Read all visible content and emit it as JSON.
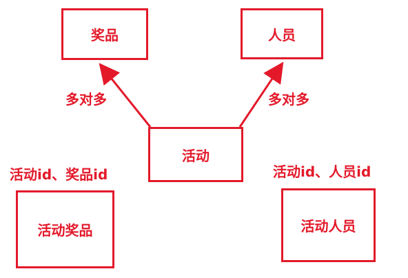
{
  "diagram": {
    "colors": {
      "stroke": "#e3192a",
      "text": "#e3192a",
      "background": "#ffffff"
    },
    "entities": {
      "prize": "奖品",
      "person": "人员",
      "activity": "活动",
      "activity_prize": "活动奖品",
      "activity_person": "活动人员"
    },
    "relations": {
      "activity_to_prize": "多对多",
      "activity_to_person": "多对多"
    },
    "join_table_fields": {
      "activity_prize": "活动id、奖品id",
      "activity_person": "活动id、人员id"
    }
  }
}
